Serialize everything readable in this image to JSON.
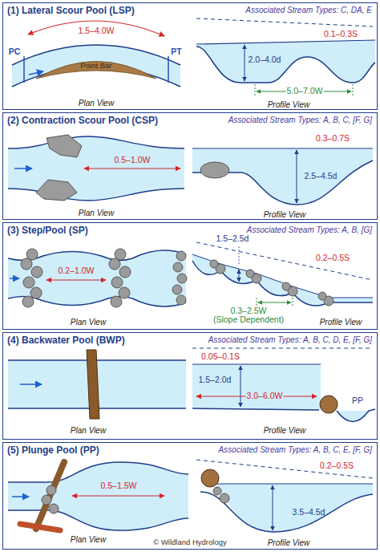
{
  "diagram": {
    "nodes": [
      {
        "text": [
          "(1) Lateral Scour Pool (LSP)",
          "Associated Stream Types: C, DA, E"
        ]
      },
      {
        "text": [
          "(2) Contraction Scour Pool (CSP)",
          "Associated Stream Types: A, B, C, [F, G]"
        ]
      },
      {
        "text": [
          "(3) Step/Pool (SP)",
          "Associated Stream Types: A, B, [G]"
        ]
      },
      {
        "text": [
          "(4) Backwater Pool (BWP)",
          "Associated Stream Types: A, B, C, D, E, [F, G]"
        ]
      },
      {
        "text": [
          "(5) Plunge Pool (PP)",
          "Associated Stream Types: A, B, C, E, [F, G]"
        ]
      }
    ],
    "labels": [
      "1.5–4.0W",
      "PC",
      "PT",
      "Point Bar",
      "Plan View",
      "2.0–4.0d",
      "0.1–0.3S",
      "5.0–7.0W",
      "Profile View",
      "0.5–1.0W",
      "Plan View",
      "0.3–0.7S",
      "2.5–4.5d",
      "Profile View",
      "0.2–1.0W",
      "Plan View",
      "1.5–2.5d",
      "0.2–0.5S",
      "0.3–2.5W",
      "(Slope Dependent)",
      "Profile View",
      "0.05–0.1S",
      "1.5–2.0d",
      "PP",
      "3.0–6.0W",
      "Plan View",
      "Profile View",
      "0.5–1.5W",
      "0.2–0.5S",
      "3.5–4.5d",
      "© Wildland Hydrology",
      "Plan View",
      "Profile View"
    ]
  }
}
